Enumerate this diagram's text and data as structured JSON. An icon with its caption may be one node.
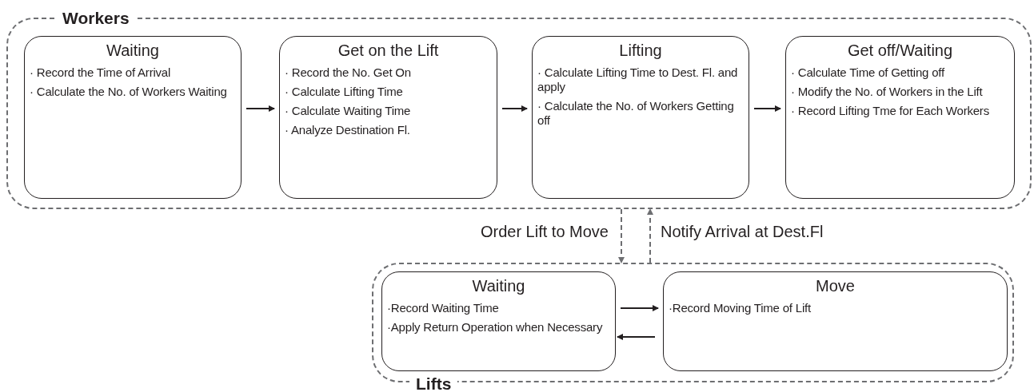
{
  "diagram": {
    "nodes": [
      {
        "text": [
          "Workers"
        ]
      },
      {
        "text": [
          "Waiting",
          "· Record the Time of Arrival",
          "· Calculate the No. of Workers Waiting"
        ],
        "in": 0
      },
      {
        "text": [
          "Get on the Lift",
          "· Record the No. Get On",
          "· Calculate Lifting Time",
          "· Calculate Waiting Time",
          "· Analyze Destination Fl."
        ],
        "in": 0
      },
      {
        "text": [
          "Lifting",
          "· Calculate Lifting Time to Dest. Fl. and apply",
          "· Calculate the No. of Workers Getting off"
        ],
        "in": 0
      },
      {
        "text": [
          "Get off/Waiting",
          "· Calculate Time of Getting off",
          "· Modify the No. of Workers in the Lift",
          "· Record Lifting Tme for Each Workers"
        ],
        "in": 0
      },
      {
        "text": [
          "Lifts"
        ]
      },
      {
        "text": [
          "Waiting",
          "·Record Waiting Time",
          "·Apply Return Operation when Necessary"
        ],
        "in": 5
      },
      {
        "text": [
          "Move",
          "·Record Moving Time of Lift"
        ],
        "in": 5
      }
    ],
    "edges": [
      {
        "from": 1,
        "to": 2,
        "arrow": "to"
      },
      {
        "from": 2,
        "to": 3,
        "arrow": "to"
      },
      {
        "from": 3,
        "to": 4,
        "arrow": "to"
      },
      {
        "from": 0,
        "to": 5,
        "arrow": "to",
        "label": "Order Lift to Move",
        "style": "dashed",
        "color": "#6d6e71"
      },
      {
        "from": 5,
        "to": 0,
        "arrow": "to",
        "label": "Notify Arrival at Dest.Fl",
        "style": "dashed",
        "color": "#6d6e71"
      },
      {
        "from": 6,
        "to": 7,
        "arrow": "to"
      },
      {
        "from": 7,
        "to": 6,
        "arrow": "to"
      }
    ]
  }
}
